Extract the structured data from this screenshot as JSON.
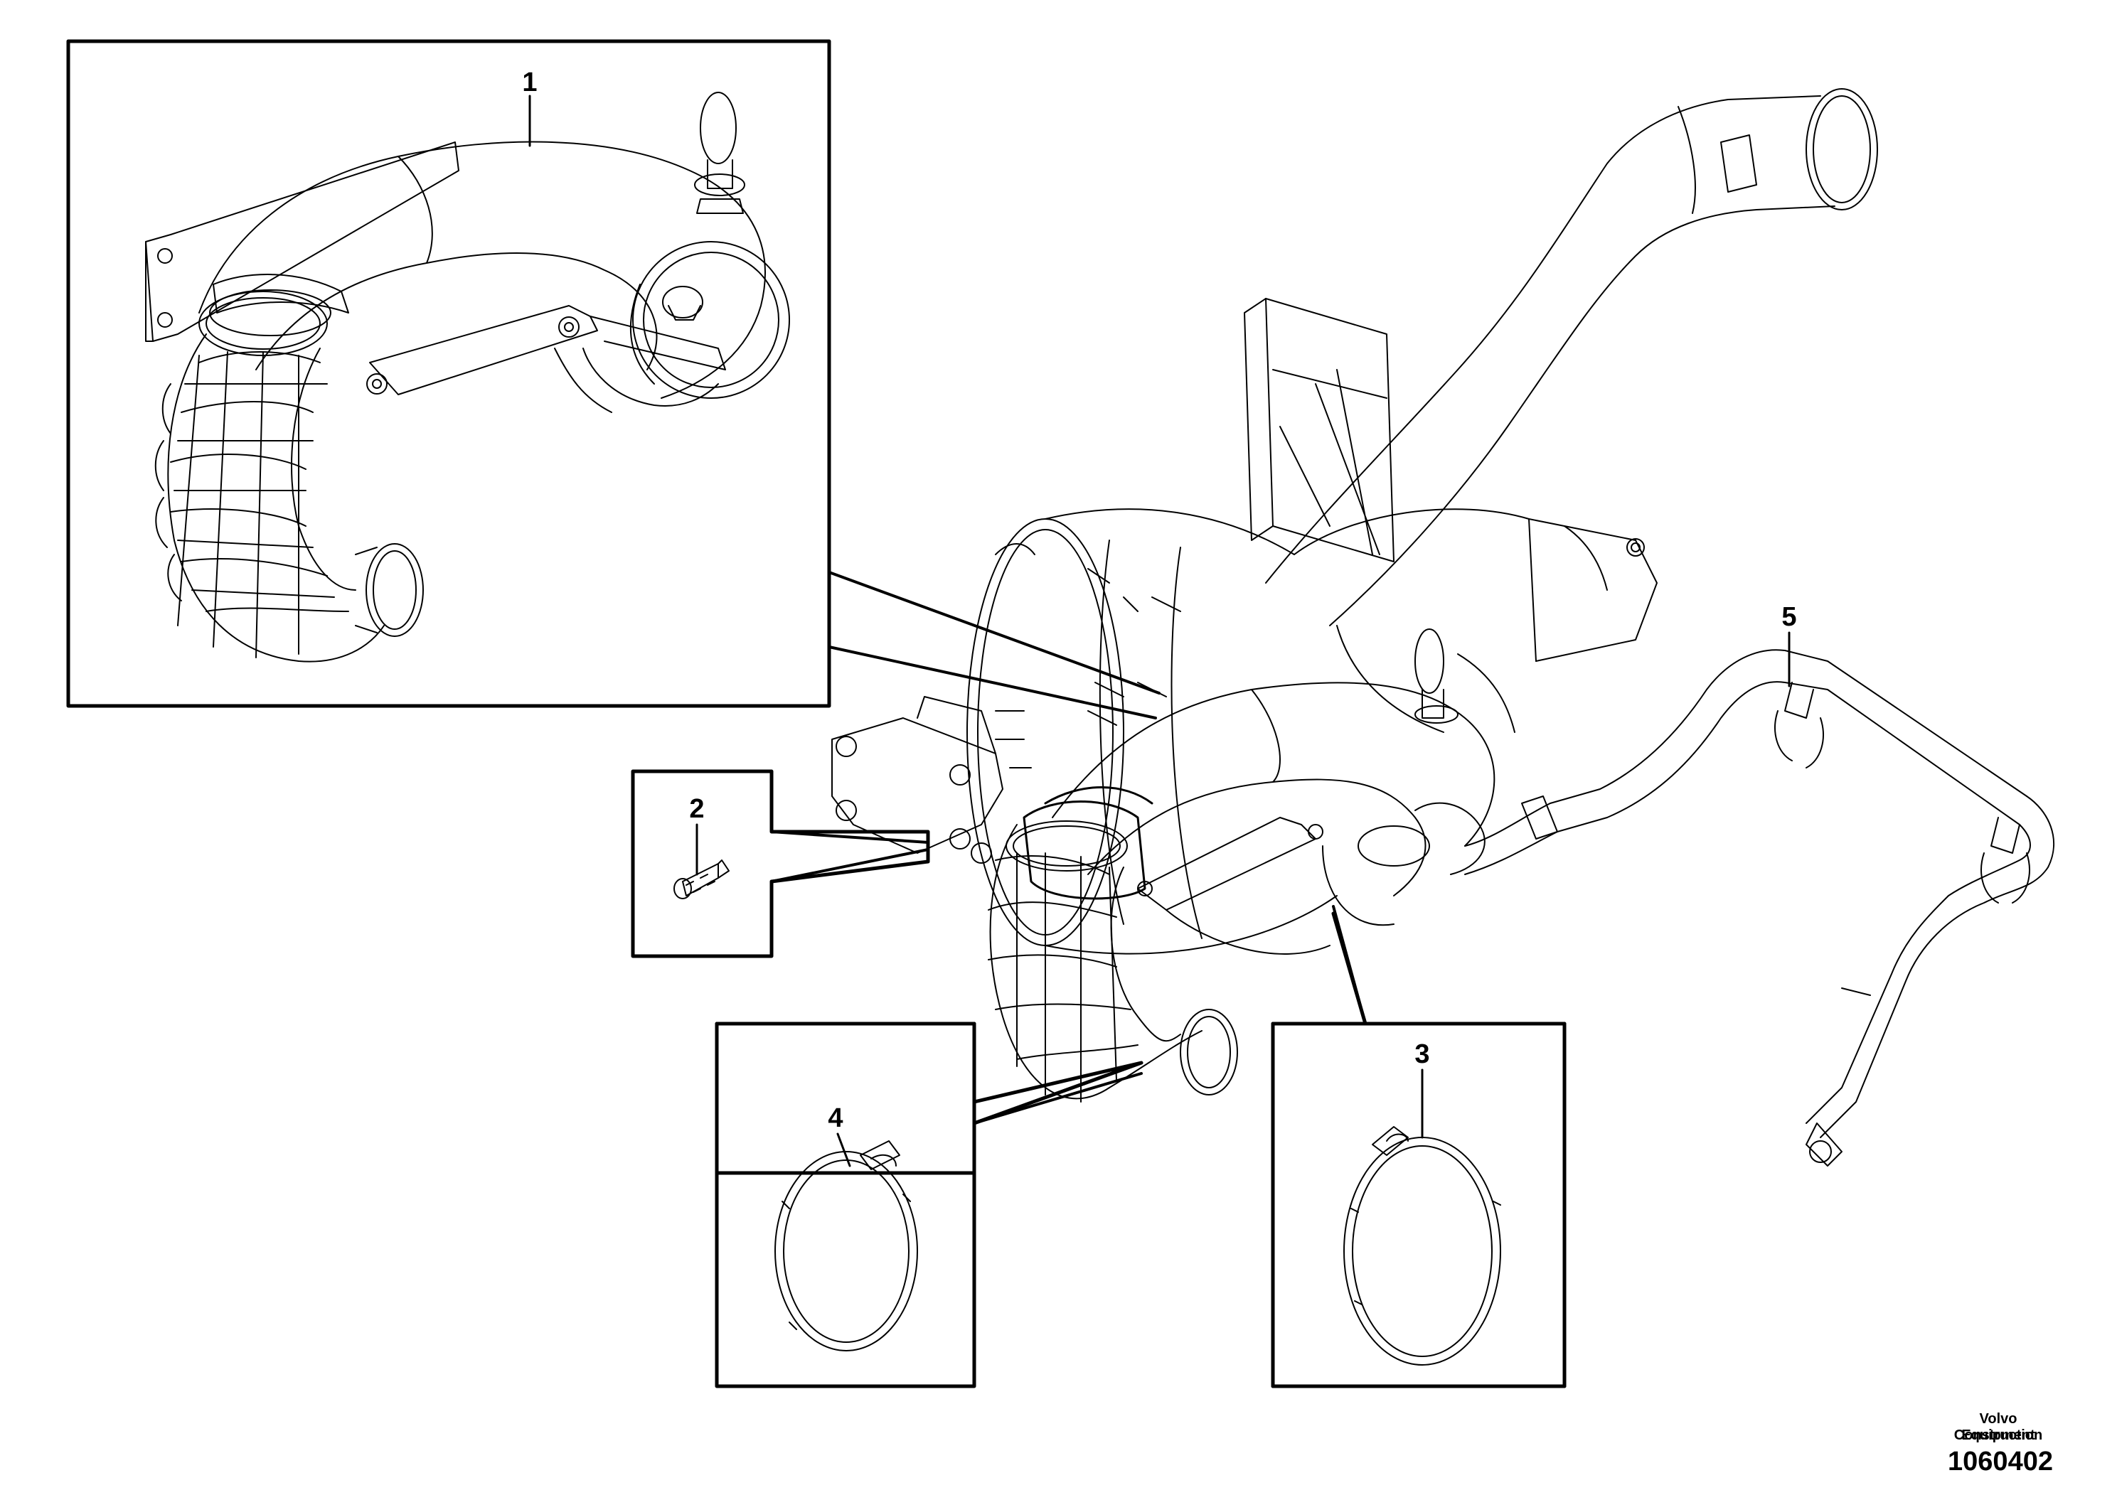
{
  "diagram": {
    "callouts": [
      {
        "id": "1",
        "label": "1"
      },
      {
        "id": "2",
        "label": "2"
      },
      {
        "id": "3",
        "label": "3"
      },
      {
        "id": "4",
        "label": "4"
      },
      {
        "id": "5",
        "label": "5"
      }
    ],
    "credit_line1": "Volvo Construction",
    "credit_line2": "Equipment",
    "drawing_number": "1060402"
  },
  "colors": {
    "line": "#000000",
    "background": "#ffffff"
  }
}
